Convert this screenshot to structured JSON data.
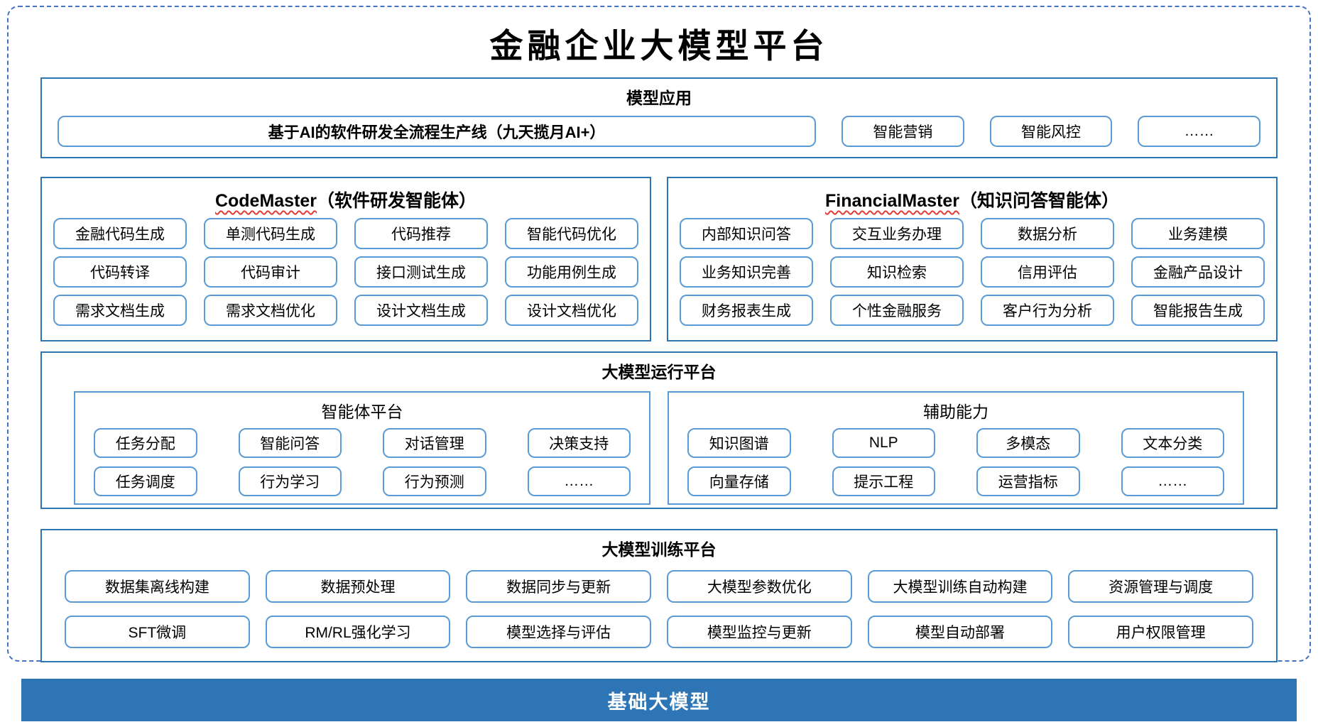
{
  "title": "金融企业大模型平台",
  "colors": {
    "dashed_border": "#4472C4",
    "section_border": "#2E75B6",
    "chip_border": "#5B9BD5",
    "foundation_bg": "#2E75B6",
    "wavy_underline": "#E53935"
  },
  "sections": {
    "model_app": {
      "header": "模型应用",
      "items": [
        "基于AI的软件研发全流程生产线（九天揽月AI+）",
        "智能营销",
        "智能风控",
        "……"
      ]
    },
    "codemaster": {
      "name": "CodeMaster",
      "subtitle": "（软件研发智能体）",
      "items": [
        "金融代码生成",
        "单测代码生成",
        "代码推荐",
        "智能代码优化",
        "代码转译",
        "代码审计",
        "接口测试生成",
        "功能用例生成",
        "需求文档生成",
        "需求文档优化",
        "设计文档生成",
        "设计文档优化"
      ]
    },
    "financialmaster": {
      "name": "FinancialMaster",
      "subtitle": "（知识问答智能体）",
      "items": [
        "内部知识问答",
        "交互业务办理",
        "数据分析",
        "业务建模",
        "业务知识完善",
        "知识检索",
        "信用评估",
        "金融产品设计",
        "财务报表生成",
        "个性金融服务",
        "客户行为分析",
        "智能报告生成"
      ]
    },
    "runtime": {
      "header": "大模型运行平台",
      "agent_platform": {
        "header": "智能体平台",
        "items": [
          "任务分配",
          "智能问答",
          "对话管理",
          "决策支持",
          "任务调度",
          "行为学习",
          "行为预测",
          "……"
        ]
      },
      "aux": {
        "header": "辅助能力",
        "items": [
          "知识图谱",
          "NLP",
          "多模态",
          "文本分类",
          "向量存储",
          "提示工程",
          "运营指标",
          "……"
        ]
      }
    },
    "training": {
      "header": "大模型训练平台",
      "items": [
        "数据集离线构建",
        "数据预处理",
        "数据同步与更新",
        "大模型参数优化",
        "大模型训练自动构建",
        "资源管理与调度",
        "SFT微调",
        "RM/RL强化学习",
        "模型选择与评估",
        "模型监控与更新",
        "模型自动部署",
        "用户权限管理"
      ]
    },
    "foundation": {
      "label": "基础大模型"
    }
  }
}
